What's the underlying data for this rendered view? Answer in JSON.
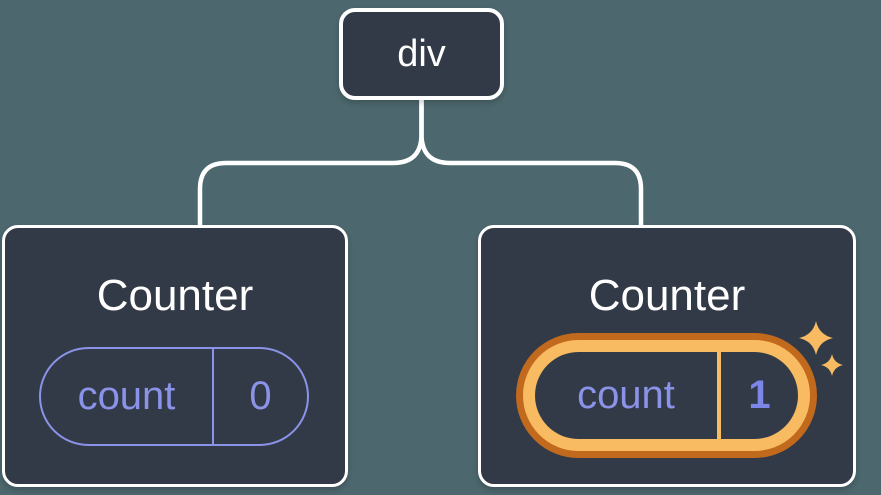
{
  "diagram": {
    "root_node": {
      "label": "div"
    },
    "children": [
      {
        "title": "Counter",
        "state": {
          "name": "count",
          "value": "0"
        },
        "highlighted": false
      },
      {
        "title": "Counter",
        "state": {
          "name": "count",
          "value": "1"
        },
        "highlighted": true
      }
    ]
  },
  "icons": [
    {
      "name": "sparkles-icon"
    }
  ],
  "colors": {
    "background": "#4C676D",
    "card_fill": "#333A47",
    "card_border": "#FFFFFF",
    "connector": "#FFFFFF",
    "title_text": "#FFFFFF",
    "state_accent": "#8B93E8",
    "state_value_highlight": "#7C86E8",
    "highlight_ring_outer": "#C16A1E",
    "highlight_ring_inner": "#F8BB62",
    "sparkle": "#F8BB62"
  }
}
